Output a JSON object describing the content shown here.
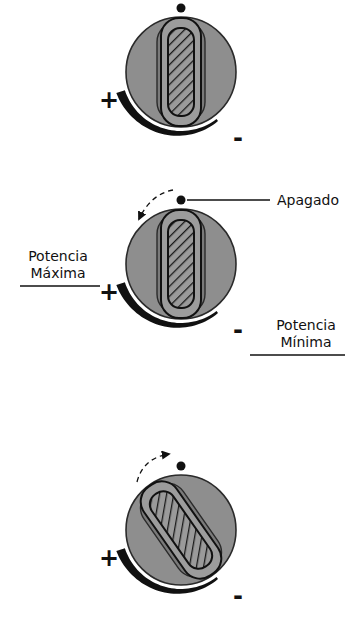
{
  "diagram": {
    "labels": [
      "+",
      "-",
      "Apagado",
      "Potencia Máxima",
      "+",
      "Potencia Mínima",
      "-",
      "+",
      "-"
    ]
  }
}
